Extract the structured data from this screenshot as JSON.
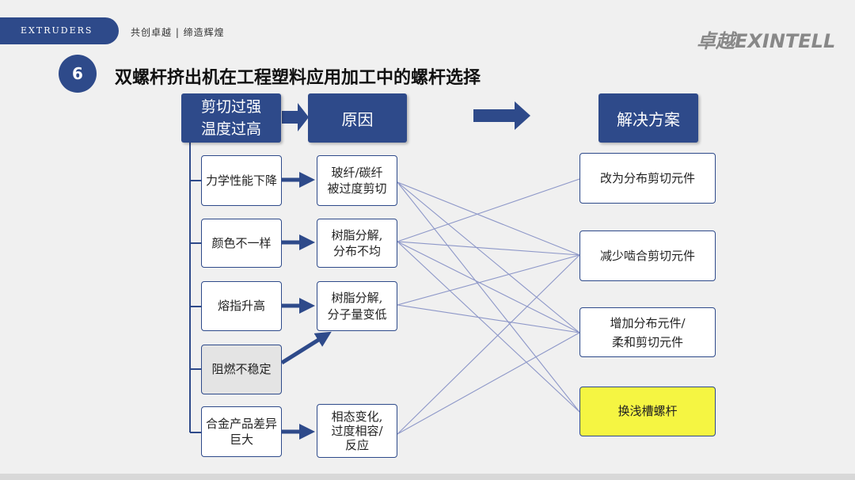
{
  "header": {
    "brand_tab": "EXTRUDERS",
    "slogan": "共创卓越 | 缔造辉煌",
    "logo": "卓越EXINTELL"
  },
  "section": {
    "number": "6",
    "title": "双螺杆挤出机在工程塑料应用加工中的螺杆选择"
  },
  "headers": {
    "problem": "剪切过强\n温度过高",
    "cause": "原因",
    "solution": "解决方案"
  },
  "symptoms": [
    "力学性能下降",
    "颜色不一样",
    "熔指升高",
    "阻燃不稳定",
    "合金产品差异巨大"
  ],
  "causes": [
    "玻纤/碳纤\n被过度剪切",
    "树脂分解,\n分布不均",
    "树脂分解,\n分子量变低",
    "相态变化,\n过度相容/\n反应"
  ],
  "solutions": [
    "改为分布剪切元件",
    "减少啮合剪切元件",
    "增加分布元件/\n柔和剪切元件",
    "换浅槽螺杆"
  ],
  "colors": {
    "primary": "#2e4a8a",
    "highlight": "#f5f542",
    "line": "#8d97c8"
  }
}
